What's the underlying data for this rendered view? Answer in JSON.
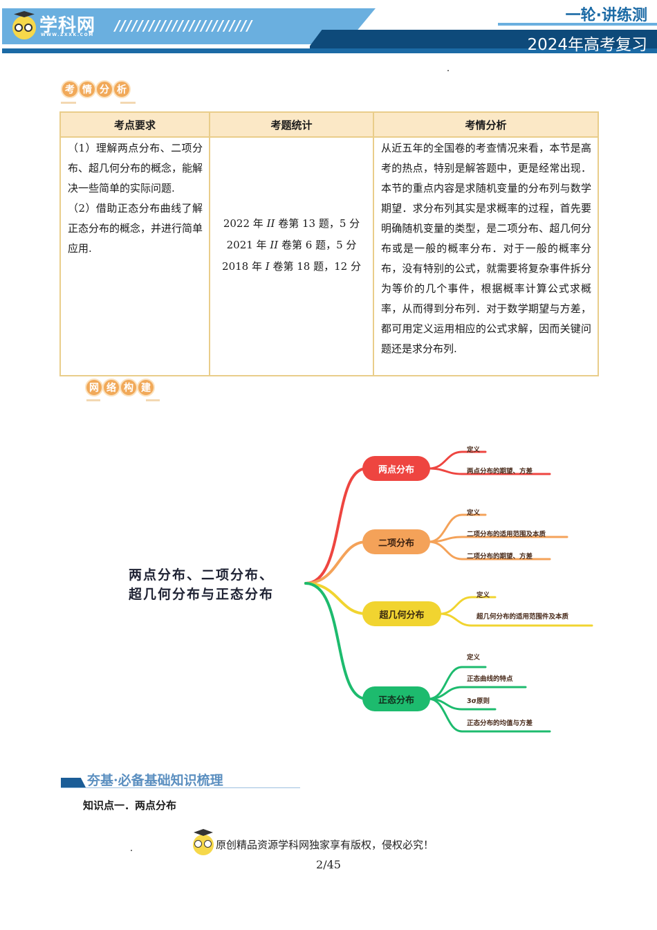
{
  "header": {
    "logo_text": "学科网",
    "logo_url": "WWW.ZXXK.COM",
    "slashes": "////////////////////////",
    "series": "一轮·讲练测",
    "year_title": "2024年高考复习",
    "colors": {
      "light_blue": "#6aafdf",
      "mid_blue": "#1b6aa5",
      "dark_blue": "#0e4a7a"
    }
  },
  "analysis_section": {
    "badge": [
      "考",
      "情",
      "分",
      "析"
    ],
    "table": {
      "headers": [
        "考点要求",
        "考题统计",
        "考情分析"
      ],
      "requirements": "（1）理解两点分布、二项分布、超几何分布的概念，能解决一些简单的实际问题.（2）借助正态分布曲线了解正态分布的概念，并进行简单应用.",
      "requirement_items": [
        "（1）理解两点分布、二项分布、超几何分布的概念，能解决一些简单的实际问题.",
        "（2）借助正态分布曲线了解正态分布的概念，并进行简单应用."
      ],
      "statistics": [
        {
          "year": "2022 年",
          "paper": "II",
          "rest": "卷第 13 题，5 分"
        },
        {
          "year": "2021 年",
          "paper": "II",
          "rest": "卷第 6 题，5 分"
        },
        {
          "year": "2018 年",
          "paper": "I",
          "rest": "卷第 18 题，12 分"
        }
      ],
      "analysis": "从近五年的全国卷的考查情况来看，本节是高考的热点，特别是解答题中，更是经常出现．本节的重点内容是求随机变量的分布列与数学期望．求分布列其实是求概率的过程，首先要明确随机变量的类型，是二项分布、超几何分布或是一般的概率分布．对于一般的概率分布，没有特别的公式，就需要将复杂事件拆分为等价的几个事件，根据概率计算公式求概率，从而得到分布列．对于数学期望与方差，都可用定义运用相应的公式求解，因而关键问题还是求分布列."
    }
  },
  "network_section": {
    "badge": [
      "网",
      "络",
      "构",
      "建"
    ],
    "mindmap": {
      "root_line1": "两点分布、二项分布、",
      "root_line2": "超几何分布与正态分布",
      "branches": [
        {
          "label": "两点分布",
          "color": "#ee4540",
          "leaves": [
            "定义",
            "两点分布的期望、方差"
          ]
        },
        {
          "label": "二项分布",
          "color": "#f4a259",
          "leaves": [
            "定义",
            "二项分布的适用范围及本质",
            "二项分布的期望、方差"
          ]
        },
        {
          "label": "超几何分布",
          "color": "#f1d430",
          "leaves": [
            "定义",
            "超几何分布的适用范围件及本质"
          ]
        },
        {
          "label": "正态分布",
          "color": "#1dbb6e",
          "leaves": [
            "定义",
            "正态曲线的特点",
            "3σ原则",
            "正态分布的均值与方差"
          ]
        }
      ]
    }
  },
  "basics_section": {
    "title": "夯基·必备基础知识梳理",
    "knowledge_point": "知识点一．两点分布"
  },
  "footer": {
    "copyright": "原创精品资源学科网独家享有版权，侵权必究！",
    "page": "2/45"
  }
}
